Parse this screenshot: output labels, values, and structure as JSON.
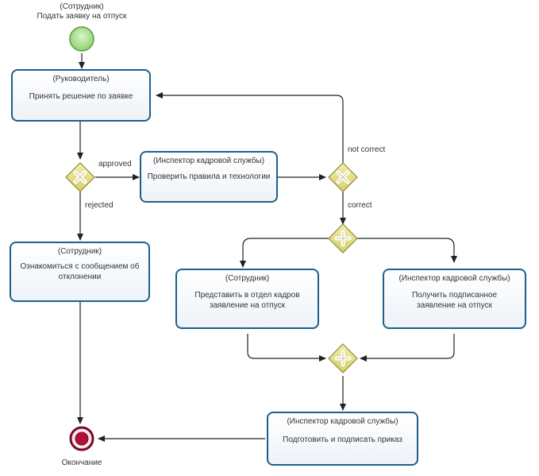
{
  "start_event": {
    "role": "(Сотрудник)",
    "label": "Подать заявку на отпуск"
  },
  "end_event": {
    "label": "Окончание"
  },
  "tasks": {
    "decide": {
      "role": "(Руководитель)",
      "name": "Принять решение по заявке"
    },
    "check": {
      "role": "(Инспектор кадровой службы)",
      "name": "Проверить правила и технологии"
    },
    "read_rejection": {
      "role": "(Сотрудник)",
      "name": "Ознакомиться с сообщением об отклонении"
    },
    "submit_to_hr": {
      "role": "(Сотрудник)",
      "name": "Представить в отдел кадров заявление на отпуск"
    },
    "receive_signed": {
      "role": "(Инспектор кадровой службы)",
      "name": "Получить подписанное заявление на отпуск"
    },
    "prepare_order": {
      "role": "(Инспектор кадровой службы)",
      "name": "Подготовить и подписать приказ"
    }
  },
  "flow_labels": {
    "approved": "approved",
    "rejected": "rejected",
    "not_correct": "not correct",
    "correct": "correct"
  },
  "colors": {
    "task_border": "#1f5f8c",
    "gateway_fill": "#e8e08a",
    "gateway_border": "#8e8a3a",
    "start_fill": "#a8e08c",
    "end_fill": "#b0103a",
    "flow": "#222222"
  }
}
